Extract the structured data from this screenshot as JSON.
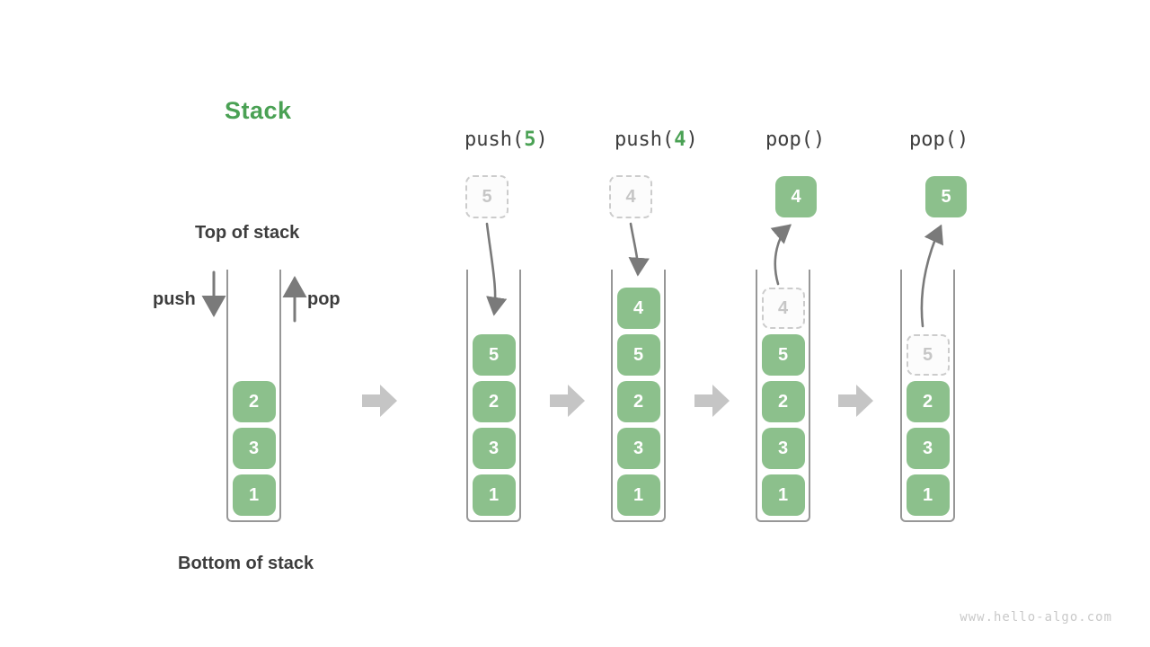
{
  "title": {
    "text": "Stack"
  },
  "labels": {
    "top_of_stack": "Top of stack",
    "bottom_of_stack": "Bottom of stack",
    "push": "push",
    "pop": "pop"
  },
  "demo_stack": {
    "blocks": [
      {
        "value": "2"
      },
      {
        "value": "3"
      },
      {
        "value": "1"
      }
    ]
  },
  "operations": [
    {
      "label": {
        "prefix": "push(",
        "arg": "5",
        "suffix": ")"
      },
      "floating": {
        "value": "5",
        "style": "ghost"
      },
      "arrow_direction": "down",
      "blocks": [
        {
          "value": "5"
        },
        {
          "value": "2"
        },
        {
          "value": "3"
        },
        {
          "value": "1"
        }
      ]
    },
    {
      "label": {
        "prefix": "push(",
        "arg": "4",
        "suffix": ")"
      },
      "floating": {
        "value": "4",
        "style": "ghost"
      },
      "arrow_direction": "down",
      "blocks": [
        {
          "value": "4"
        },
        {
          "value": "5"
        },
        {
          "value": "2"
        },
        {
          "value": "3"
        },
        {
          "value": "1"
        }
      ]
    },
    {
      "label": {
        "prefix": "pop()",
        "arg": "",
        "suffix": ""
      },
      "floating": {
        "value": "4",
        "style": "solid"
      },
      "arrow_direction": "up",
      "blocks": [
        {
          "value": "4",
          "ghost": true
        },
        {
          "value": "5"
        },
        {
          "value": "2"
        },
        {
          "value": "3"
        },
        {
          "value": "1"
        }
      ]
    },
    {
      "label": {
        "prefix": "pop()",
        "arg": "",
        "suffix": ""
      },
      "floating": {
        "value": "5",
        "style": "solid"
      },
      "arrow_direction": "up",
      "blocks": [
        {
          "value": "5",
          "ghost": true
        },
        {
          "value": "2"
        },
        {
          "value": "3"
        },
        {
          "value": "1"
        }
      ]
    }
  ],
  "watermark": "www.hello-algo.com",
  "colors": {
    "title_green": "#4AA154",
    "arg_green": "#4AA154",
    "block_green": "#8CC08C",
    "block_text": "#FFFFFF",
    "ghost_border": "#CCCCCC",
    "ghost_text": "#C6C6C6",
    "ghost_bg": "#FCFCFC",
    "dark_text": "#3D3D3D",
    "thin_arrow_gray": "#7A7A7A",
    "block_arrow_gray": "#C5C5C5",
    "container_wall_gray": "#979797",
    "watermark_gray": "#C9C9C9"
  }
}
